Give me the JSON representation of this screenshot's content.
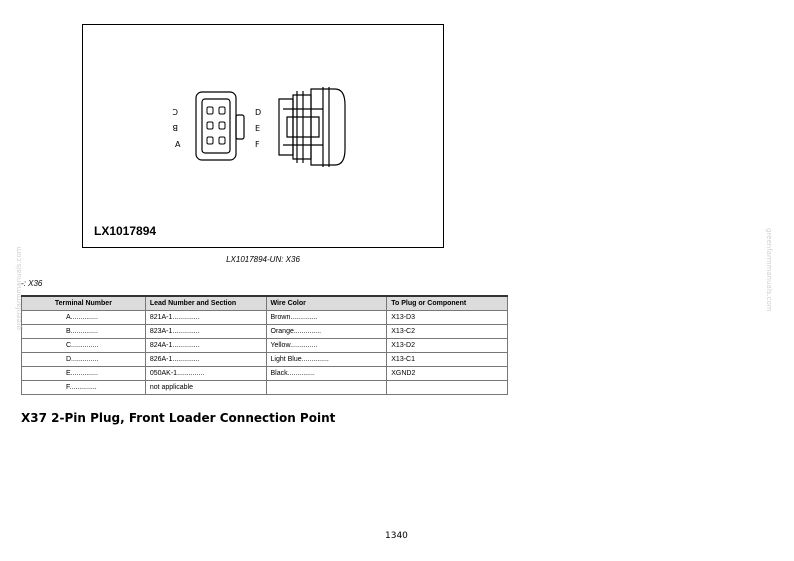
{
  "figure": {
    "id": "LX1017894",
    "caption": "LX1017894-UN: X36",
    "left_letters": [
      "C",
      "B",
      "A"
    ],
    "right_letters": [
      "D",
      "E",
      "F"
    ]
  },
  "table": {
    "caption": "-: X36",
    "headers": [
      "Terminal Number",
      "Lead Number and Section",
      "Wire Color",
      "To Plug or Component"
    ],
    "rows": [
      [
        "A..............",
        "821A-1..............",
        "Brown..............",
        "X13-D3"
      ],
      [
        "B..............",
        "823A-1..............",
        "Orange..............",
        "X13-C2"
      ],
      [
        "C..............",
        "824A-1..............",
        "Yellow..............",
        "X13-D2"
      ],
      [
        "D..............",
        "826A-1..............",
        "Light Blue..............",
        "X13-C1"
      ],
      [
        "E..............",
        "050AK-1..............",
        "Black..............",
        "XGND2"
      ],
      [
        "F..............",
        "not applicable",
        "",
        ""
      ]
    ]
  },
  "section_heading": "X37 2-Pin Plug, Front Loader Connection Point",
  "page_number": "1340",
  "watermark": "greenfarmmanuals.com"
}
